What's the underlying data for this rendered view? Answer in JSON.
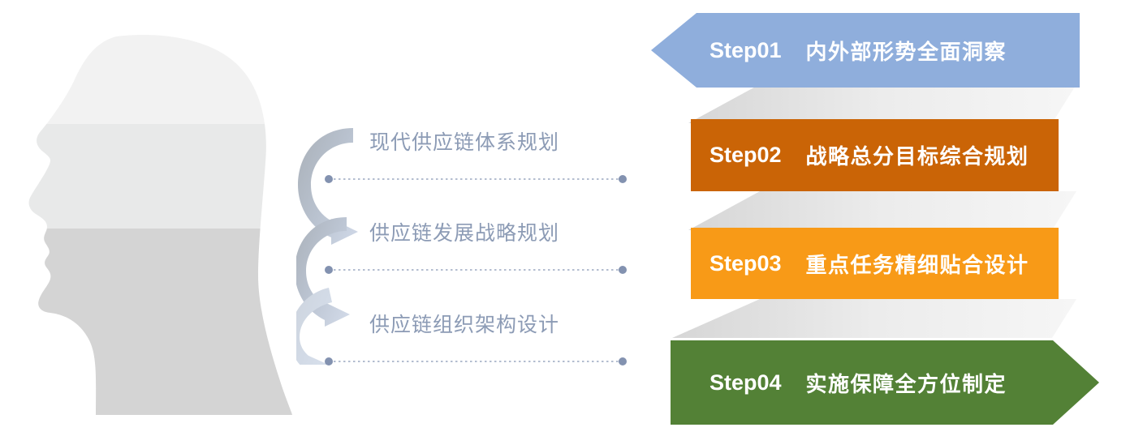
{
  "diagram": {
    "title": "供应链规划四步法流程图",
    "type": "process-steps",
    "background": "#ffffff"
  },
  "illustration": {
    "name": "head-profile-silhouette",
    "description": "人头侧面剪影",
    "bands": [
      {
        "name": "band-top",
        "color": "#f2f2f2"
      },
      {
        "name": "band-middle",
        "color": "#e8e9e9"
      },
      {
        "name": "band-bottom",
        "color": "#d4d4d4"
      }
    ]
  },
  "arrows": {
    "count": 3,
    "color_dark": "#a9b0b8",
    "color_light": "#ccd5e4",
    "labels": [
      "curved-arrow-1",
      "curved-arrow-2",
      "curved-arrow-3"
    ]
  },
  "middle_items": [
    {
      "label": "现代供应链体系规划",
      "color": "#8c9bb5",
      "connector": "dotted-line-with-endpoints"
    },
    {
      "label": "供应链发展战略规划",
      "color": "#8c9bb5",
      "connector": "dotted-line-with-endpoints"
    },
    {
      "label": "供应链组织架构设计",
      "color": "#8c9bb5",
      "connector": "dotted-line-with-endpoints"
    }
  ],
  "connector_style": {
    "dot_color": "#8392b0",
    "line_color": "#9aa7c0"
  },
  "steps": [
    {
      "code": "Step01",
      "desc": "内外部形势全面洞察",
      "color": "#8faedc",
      "shape": "left-chevron",
      "text_color": "#ffffff"
    },
    {
      "code": "Step02",
      "desc": "战略总分目标综合规划",
      "color": "#ca6406",
      "shape": "rectangle",
      "text_color": "#ffffff"
    },
    {
      "code": "Step03",
      "desc": "重点任务精细贴合设计",
      "color": "#f89a17",
      "shape": "rectangle",
      "text_color": "#ffffff"
    },
    {
      "code": "Step04",
      "desc": "实施保障全方位制定",
      "color": "#538136",
      "shape": "right-arrow",
      "text_color": "#ffffff"
    }
  ],
  "ribbons": {
    "name": "diagonal-gray-ribbon",
    "count": 3,
    "color_start": "#d9d9d9",
    "color_end": "#f4f4f4"
  }
}
